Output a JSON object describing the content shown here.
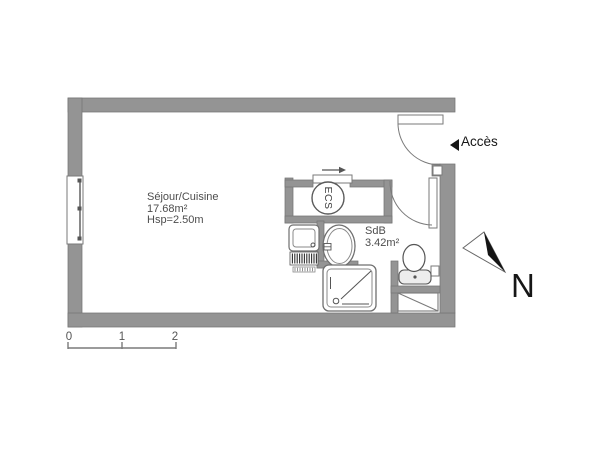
{
  "plan": {
    "rooms": {
      "sejour": {
        "name": "Séjour/Cuisine",
        "area": "17.68m²",
        "hsp": "Hsp=2.50m"
      },
      "sdb": {
        "name": "SdB",
        "area": "3.42m²"
      }
    },
    "labels": {
      "ecs": "ECS",
      "access": "Accès",
      "north": "N"
    },
    "scale_bar": {
      "ticks": [
        "0",
        "1",
        "2"
      ]
    },
    "icons": {
      "access_arrow": "left-filled-triangle",
      "slide_direction_arrow": "right-arrow",
      "north_arrow": "compass-needle-half-filled"
    },
    "colors": {
      "wall": "#949494",
      "wall_outline": "#767676",
      "fixture_line": "#6f6f6f",
      "detail_line": "#555555",
      "text": "#4d4d4d",
      "dark": "#161616",
      "background": "#ffffff"
    }
  }
}
